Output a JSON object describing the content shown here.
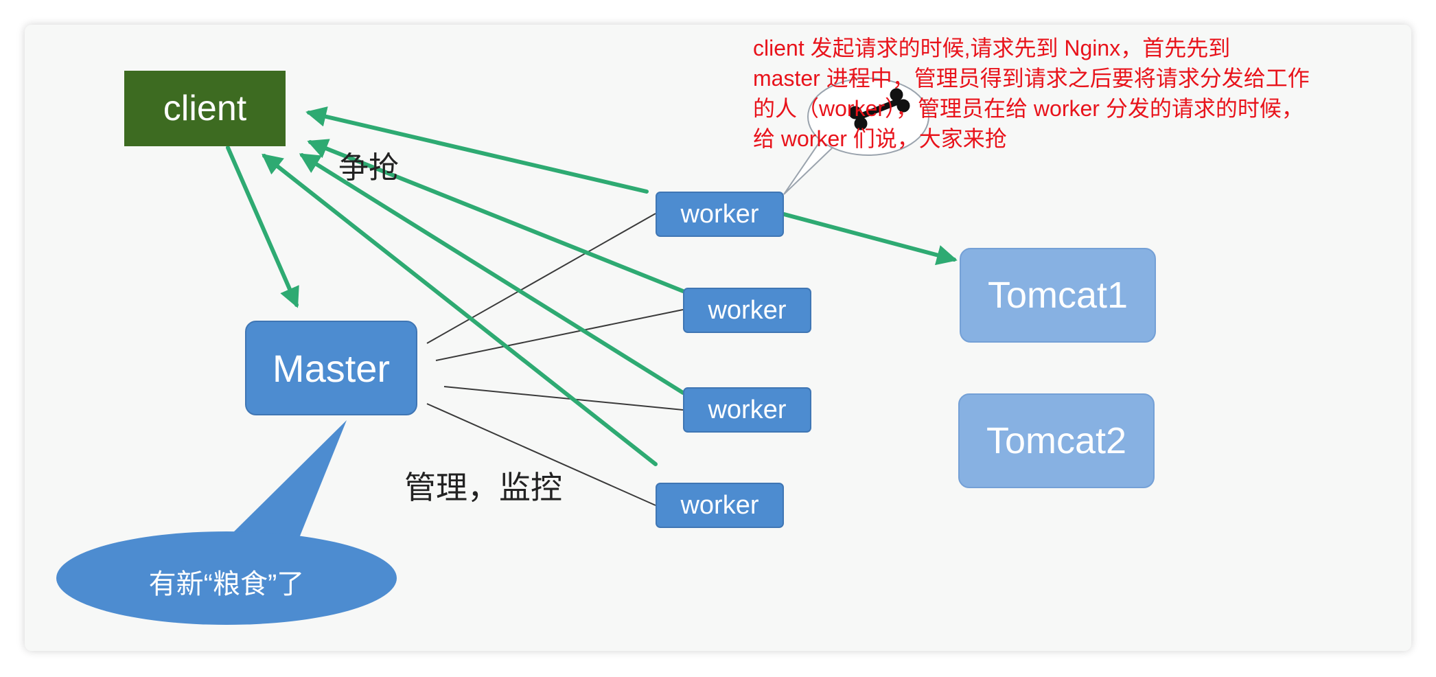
{
  "nodes": {
    "client": "client",
    "master": "Master",
    "workers": [
      "worker",
      "worker",
      "worker",
      "worker"
    ],
    "tomcat1": "Tomcat1",
    "tomcat2": "Tomcat2"
  },
  "labels": {
    "compete": "争抢",
    "manage_monitor": "管理，监控",
    "new_grain": "有新“粮食”了"
  },
  "annotation": {
    "lines": [
      "client 发起请求的时候,请求先到 Nginx，首先先到",
      "master 进程中，管理员得到请求之后要将请求分发给工作",
      "的人（worker），管理员在给 worker 分发的请求的时候，",
      "给 worker 们说，大家来抢"
    ]
  },
  "colors": {
    "client_box": "#3d6b21",
    "node_blue": "#4d8cd0",
    "tomcat_blue": "#87b1e2",
    "arrow_green": "#2eaa72",
    "annotation_red": "#e8131b"
  }
}
